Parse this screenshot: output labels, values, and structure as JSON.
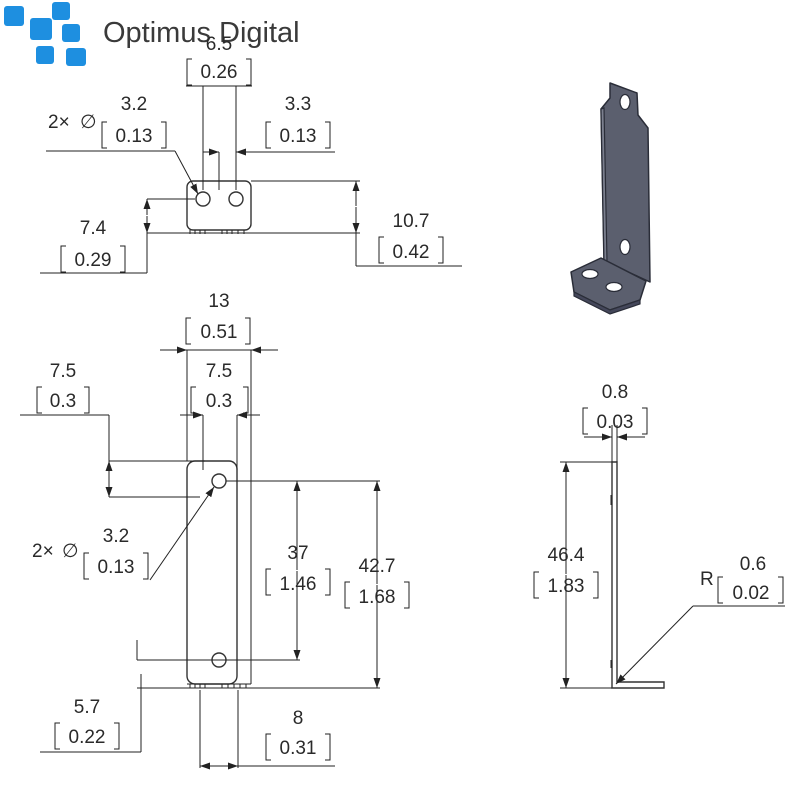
{
  "brand": {
    "name": "Optimus Digital",
    "logo_color": "#1e8fe0"
  },
  "top_view": {
    "hole_pitch": {
      "mm": "6.5",
      "in": "0.26"
    },
    "hole_diameter": {
      "count": "2×",
      "mm": "3.2",
      "in": "0.13"
    },
    "hole_gap": {
      "mm": "3.3",
      "in": "0.13"
    },
    "hole_center_height": {
      "mm": "7.4",
      "in": "0.29"
    },
    "foot_depth": {
      "mm": "10.7",
      "in": "0.42"
    }
  },
  "front_view": {
    "overall_width": {
      "mm": "13",
      "in": "0.51"
    },
    "edge_to_hole": {
      "mm": "7.5",
      "in": "0.3"
    },
    "hole_offset": {
      "mm": "7.5",
      "in": "0.3"
    },
    "hole_diameter": {
      "count": "2×",
      "mm": "3.2",
      "in": "0.13"
    },
    "hole_spacing": {
      "mm": "37",
      "in": "1.46"
    },
    "top_hole_height": {
      "mm": "42.7",
      "in": "1.68"
    },
    "bottom_hole_height": {
      "mm": "5.7",
      "in": "0.22"
    },
    "foot_width": {
      "mm": "8",
      "in": "0.31"
    }
  },
  "side_view": {
    "thickness": {
      "mm": "0.8",
      "in": "0.03"
    },
    "height": {
      "mm": "46.4",
      "in": "1.83"
    },
    "bend_radius": {
      "prefix": "R",
      "mm": "0.6",
      "in": "0.02"
    }
  },
  "iso_view": {
    "fill_color": "#5b5f6e",
    "edge_color": "#2a2d38"
  }
}
